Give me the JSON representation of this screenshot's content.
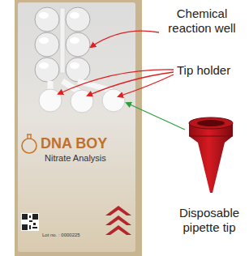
{
  "diagram": {
    "nodes": [
      {
        "text": [
          "DNA BOY",
          "Nitrate Analysis",
          "Lot no. : 0000225"
        ]
      }
    ],
    "labels": [
      "Chemical reaction well",
      "Tip holder",
      "Disposable pipette tip"
    ]
  }
}
